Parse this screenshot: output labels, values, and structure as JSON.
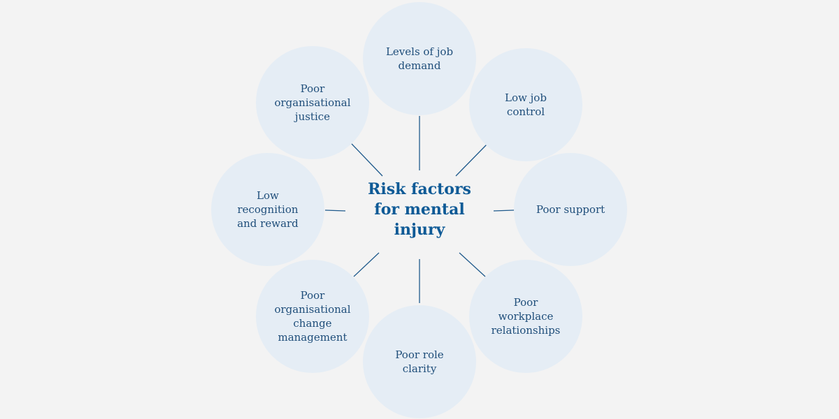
{
  "diagram": {
    "center": {
      "label": "Risk factors\nfor mental\ninjury"
    },
    "nodes": [
      {
        "id": "demand",
        "label": "Levels of job\ndemand"
      },
      {
        "id": "control",
        "label": "Low job\ncontrol"
      },
      {
        "id": "support",
        "label": "Poor support"
      },
      {
        "id": "workplace",
        "label": "Poor\nworkplace\nrelationships"
      },
      {
        "id": "role",
        "label": "Poor role\nclarity"
      },
      {
        "id": "change",
        "label": "Poor\norganisational\nchange\nmanagement"
      },
      {
        "id": "reward",
        "label": "Low\nrecognition\nand reward"
      },
      {
        "id": "justice",
        "label": "Poor\norganisational\njustice"
      }
    ],
    "colors": {
      "background": "#f3f3f3",
      "circle_fill": "#e5edf5",
      "text": "#1f4e7a",
      "center_text": "#0e5a96",
      "line": "#1f5a8c"
    }
  }
}
